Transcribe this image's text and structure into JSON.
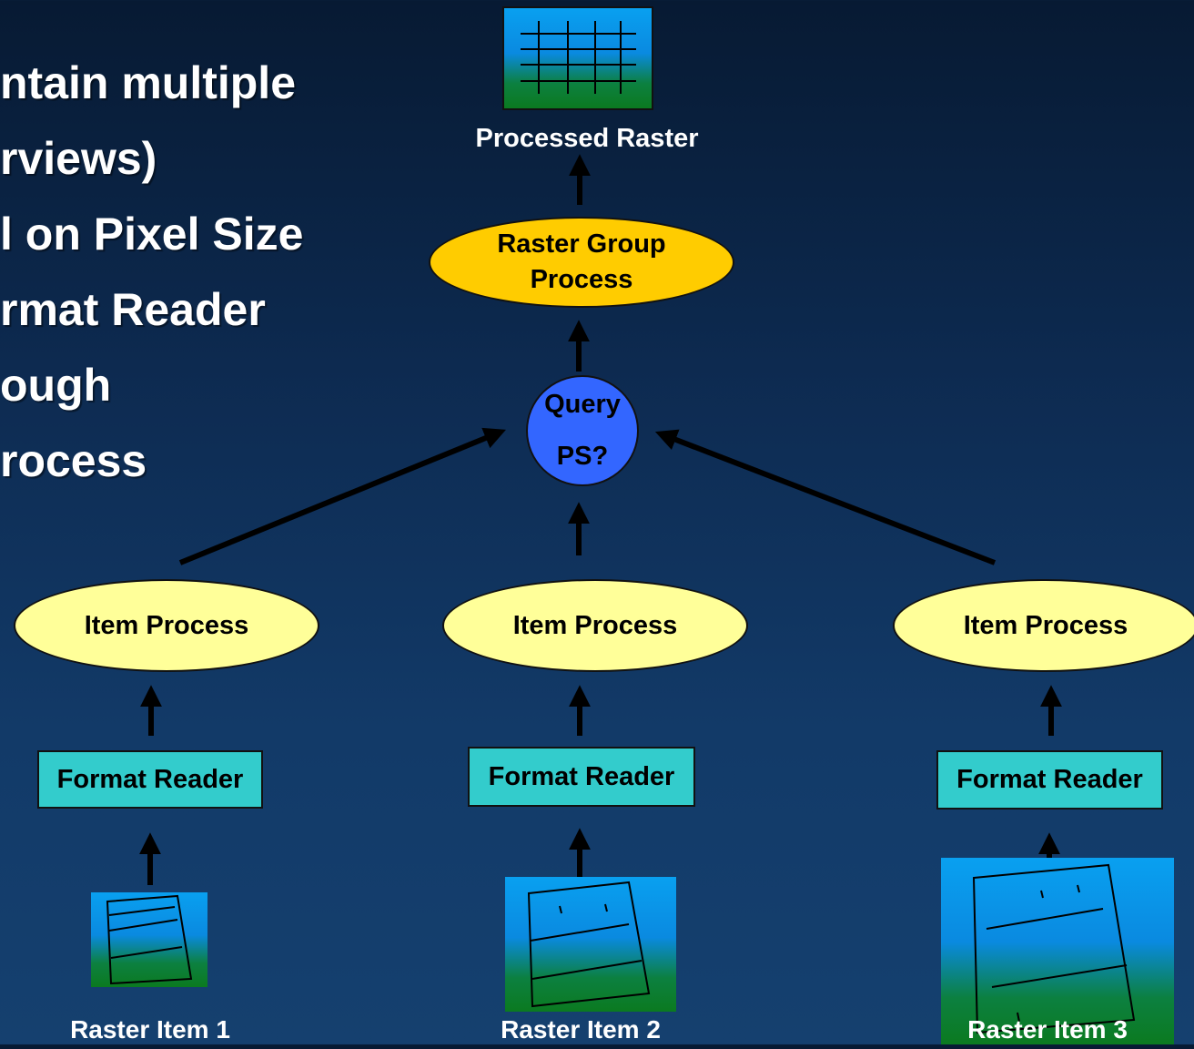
{
  "bullets": [
    "ntain multiple",
    "rviews)",
    "l on Pixel Size",
    "rmat Reader",
    "ough",
    "rocess"
  ],
  "processed_raster": {
    "label": "Processed Raster"
  },
  "group_process": {
    "line1": "Raster Group",
    "line2": "Process"
  },
  "query": {
    "line1": "Query",
    "line2": "PS?"
  },
  "item_process_label": "Item Process",
  "format_reader_label": "Format Reader",
  "raster_items": [
    "Raster Item 1",
    "Raster Item 2",
    "Raster Item 3"
  ],
  "colors": {
    "item_process": "#ffff99",
    "group_process": "#ffcc00",
    "query": "#3366ff",
    "format_reader": "#33cccc"
  }
}
